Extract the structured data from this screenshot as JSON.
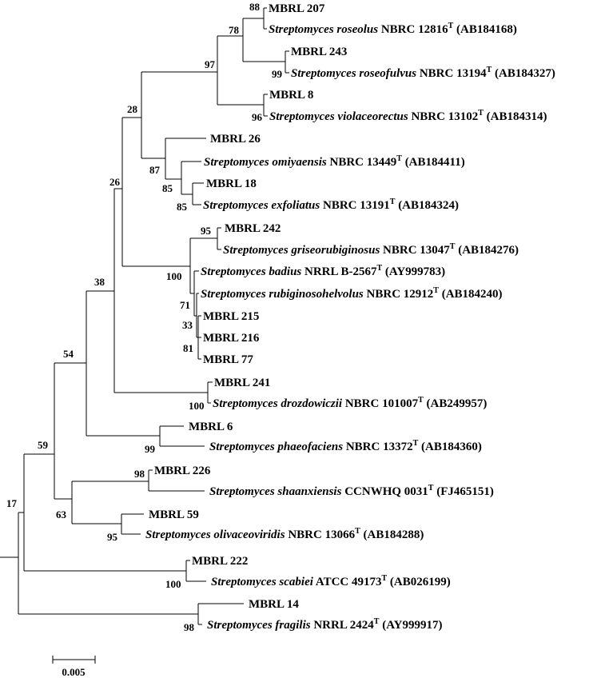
{
  "tree": {
    "strains": {
      "s207": "MBRL 207",
      "s243": "MBRL 243",
      "s8": "MBRL 8",
      "s26": "MBRL 26",
      "s18": "MBRL 18",
      "s242": "MBRL 242",
      "s215": "MBRL 215",
      "s216": "MBRL 216",
      "s77": "MBRL 77",
      "s241": "MBRL 241",
      "s6": "MBRL 6",
      "s226": "MBRL 226",
      "s59": "MBRL 59",
      "s222": "MBRL 222",
      "s14": "MBRL 14"
    },
    "species": [
      {
        "genus": "Streptomyces",
        "epithet": "roseolus",
        "strain": "NBRC 12816",
        "sup": "T",
        "acc": "(AB184168)"
      },
      {
        "genus": "Streptomyces",
        "epithet": "roseofulvus",
        "strain": "NBRC 13194",
        "sup": "T",
        "acc": "(AB184327)"
      },
      {
        "genus": "Streptomyces",
        "epithet": "violaceorectus",
        "strain": "NBRC 13102",
        "sup": "T",
        "acc": "(AB184314)"
      },
      {
        "genus": "Streptomyces",
        "epithet": "omiyaensis",
        "strain": "NBRC 13449",
        "sup": "T",
        "acc": "(AB184411)"
      },
      {
        "genus": "Streptomyces",
        "epithet": "exfoliatus",
        "strain": "NBRC 13191",
        "sup": "T",
        "acc": "(AB184324)"
      },
      {
        "genus": "Streptomyces",
        "epithet": "griseorubiginosus",
        "strain": "NBRC 13047",
        "sup": "T",
        "acc": "(AB184276)"
      },
      {
        "genus": "Streptomyces",
        "epithet": "badius",
        "strain": "NRRL B-2567",
        "sup": "T",
        "acc": "(AY999783)"
      },
      {
        "genus": "Streptomyces",
        "epithet": "rubiginosohelvolus",
        "strain": "NBRC 12912",
        "sup": "T",
        "acc": "(AB184240)"
      },
      {
        "genus": "Streptomyces",
        "epithet": "drozdowiczii",
        "strain": "NBRC 101007",
        "sup": "T",
        "acc": "(AB249957)"
      },
      {
        "genus": "Streptomyces",
        "epithet": "phaeofaciens",
        "strain": "NBRC 13372",
        "sup": "T",
        "acc": "(AB184360)"
      },
      {
        "genus": "Streptomyces",
        "epithet": "shaanxiensis",
        "strain": "CCNWHQ 0031",
        "sup": "T",
        "acc": "(FJ465151)"
      },
      {
        "genus": "Streptomyces",
        "epithet": "olivaceoviridis",
        "strain": "NBRC 13066",
        "sup": "T",
        "acc": "(AB184288)"
      },
      {
        "genus": "Streptomyces",
        "epithet": "scabiei",
        "strain": "ATCC 49173",
        "sup": "T",
        "acc": "(AB026199)"
      },
      {
        "genus": "Streptomyces",
        "epithet": "fragilis",
        "strain": "NRRL 2424",
        "sup": "T",
        "acc": "(AY999917)"
      }
    ],
    "bootstrap": {
      "b88": "88",
      "b78": "78",
      "b99a": "99",
      "b97": "97",
      "b96": "96",
      "b28": "28",
      "b87": "87",
      "b85a": "85",
      "b85b": "85",
      "b26": "26",
      "b95a": "95",
      "b100a": "100",
      "b71": "71",
      "b33": "33",
      "b81": "81",
      "b38": "38",
      "b100b": "100",
      "b54": "54",
      "b99b": "99",
      "b59": "59",
      "b98a": "98",
      "b63": "63",
      "b95b": "95",
      "b17": "17",
      "b100c": "100",
      "b98b": "98"
    },
    "scale_bar": {
      "label": "0.005"
    }
  }
}
